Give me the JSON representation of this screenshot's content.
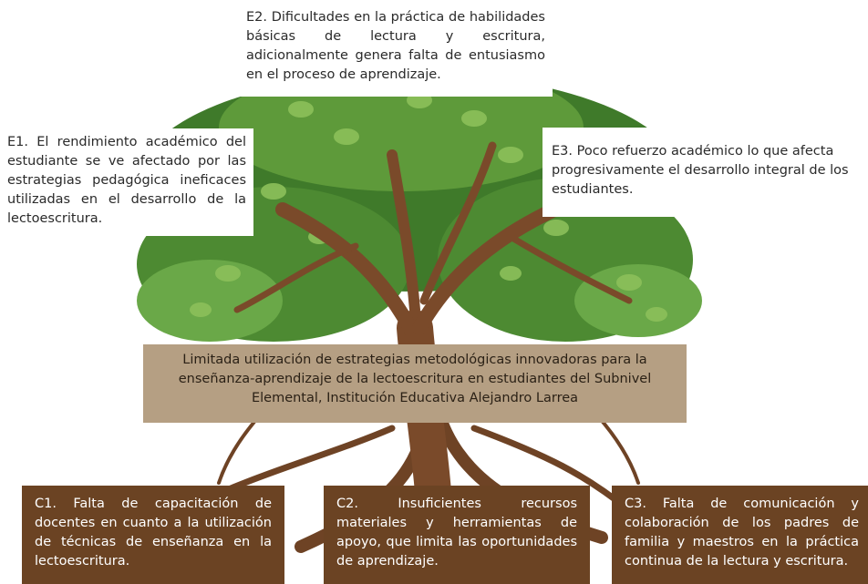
{
  "effects": {
    "e2": "E2. Dificultades en la práctica de habilidades básicas de lectura y escritura, adicionalmente genera falta de entusiasmo en el proceso de aprendizaje.",
    "e1": "E1. El rendimiento académico del estudiante se ve afectado por las estrategias pedagógica ineficaces utilizadas en el desarrollo de la lectoescritura.",
    "e3": "E3. Poco refuerzo académico lo que afecta progresivamente el desarrollo integral de los estudiantes."
  },
  "problem": "Limitada utilización de estrategias metodológicas innovadoras para la enseñanza-aprendizaje de la lectoescritura en estudiantes del Subnivel Elemental, Institución Educativa Alejandro Larrea",
  "causes": {
    "c1": "C1. Falta de capacitación de docentes en cuanto a la utilización de técnicas de enseñanza en la lectoescritura.",
    "c2": "C2. Insuficientes recursos materiales y herramientas de apoyo, que limita las oportunidades de aprendizaje.",
    "c3": "C3. Falta de comunicación y colaboración de los padres de familia y maestros en la práctica continua de la lectura y escritura."
  },
  "colors": {
    "cause_bg": "#6b4323",
    "problem_bg": "#b59f83",
    "foliage_dark": "#3f7a2a",
    "foliage_mid": "#5e9a3a",
    "foliage_light": "#8cc05a",
    "trunk": "#7a4a2a"
  }
}
